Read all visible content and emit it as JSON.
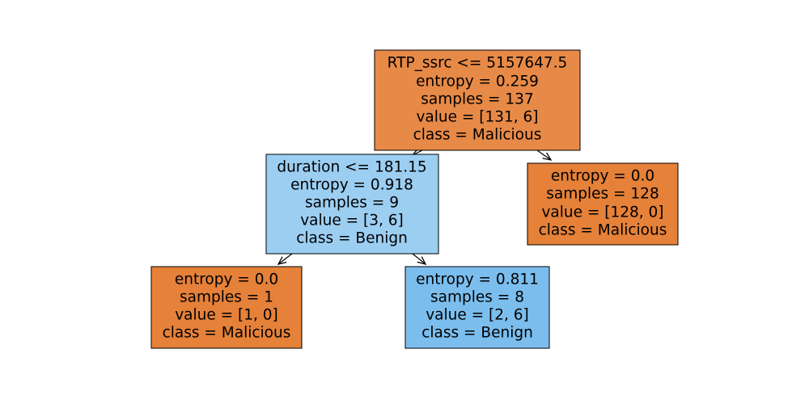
{
  "colors": {
    "malicious_strong": "#e58139",
    "malicious_mid": "#e78a47",
    "benign_light": "#9ccef2",
    "benign_mid": "#7bbeee",
    "border": "#000000",
    "background": "#ffffff"
  },
  "nodes": {
    "root": {
      "lines": [
        "RTP_ssrc <= 5157647.5",
        "entropy = 0.259",
        "samples = 137",
        "value = [131, 6]",
        "class = Malicious"
      ],
      "fill": "#e78a47"
    },
    "left": {
      "lines": [
        "duration <= 181.15",
        "entropy = 0.918",
        "samples = 9",
        "value = [3, 6]",
        "class = Benign"
      ],
      "fill": "#9ccef2"
    },
    "right": {
      "lines": [
        "entropy = 0.0",
        "samples = 128",
        "value = [128, 0]",
        "class = Malicious"
      ],
      "fill": "#e58139"
    },
    "left_left": {
      "lines": [
        "entropy = 0.0",
        "samples = 1",
        "value = [1, 0]",
        "class = Malicious"
      ],
      "fill": "#e58139"
    },
    "left_right": {
      "lines": [
        "entropy = 0.811",
        "samples = 8",
        "value = [2, 6]",
        "class = Benign"
      ],
      "fill": "#7bbeee"
    }
  },
  "edges": [
    {
      "from": "root",
      "to": "left"
    },
    {
      "from": "root",
      "to": "right"
    },
    {
      "from": "left",
      "to": "left_left"
    },
    {
      "from": "left",
      "to": "left_right"
    }
  ]
}
